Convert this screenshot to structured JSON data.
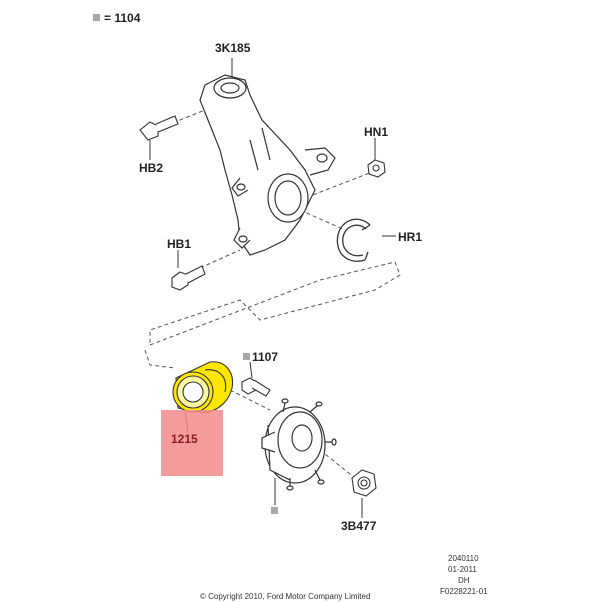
{
  "legend": {
    "ref": "= 1104"
  },
  "labels": {
    "knuckle": "3K185",
    "bolt_hb2": "HB2",
    "nut_hn1": "HN1",
    "snap_ring": "HR1",
    "bolt_hb1": "HB1",
    "stud": "1107",
    "bearing": "1215",
    "hub_nut": "3B477"
  },
  "footer": {
    "line1": "2040110",
    "line2": "01-2011",
    "line3": "DH",
    "line4": "F0228221-01",
    "copyright": "© Copyright  2010, Ford Motor Company Limited"
  },
  "colors": {
    "bearing_highlight": "#ffe600",
    "callout": "#f28b8b",
    "line": "#333333",
    "marker": "#a8a8a8"
  }
}
